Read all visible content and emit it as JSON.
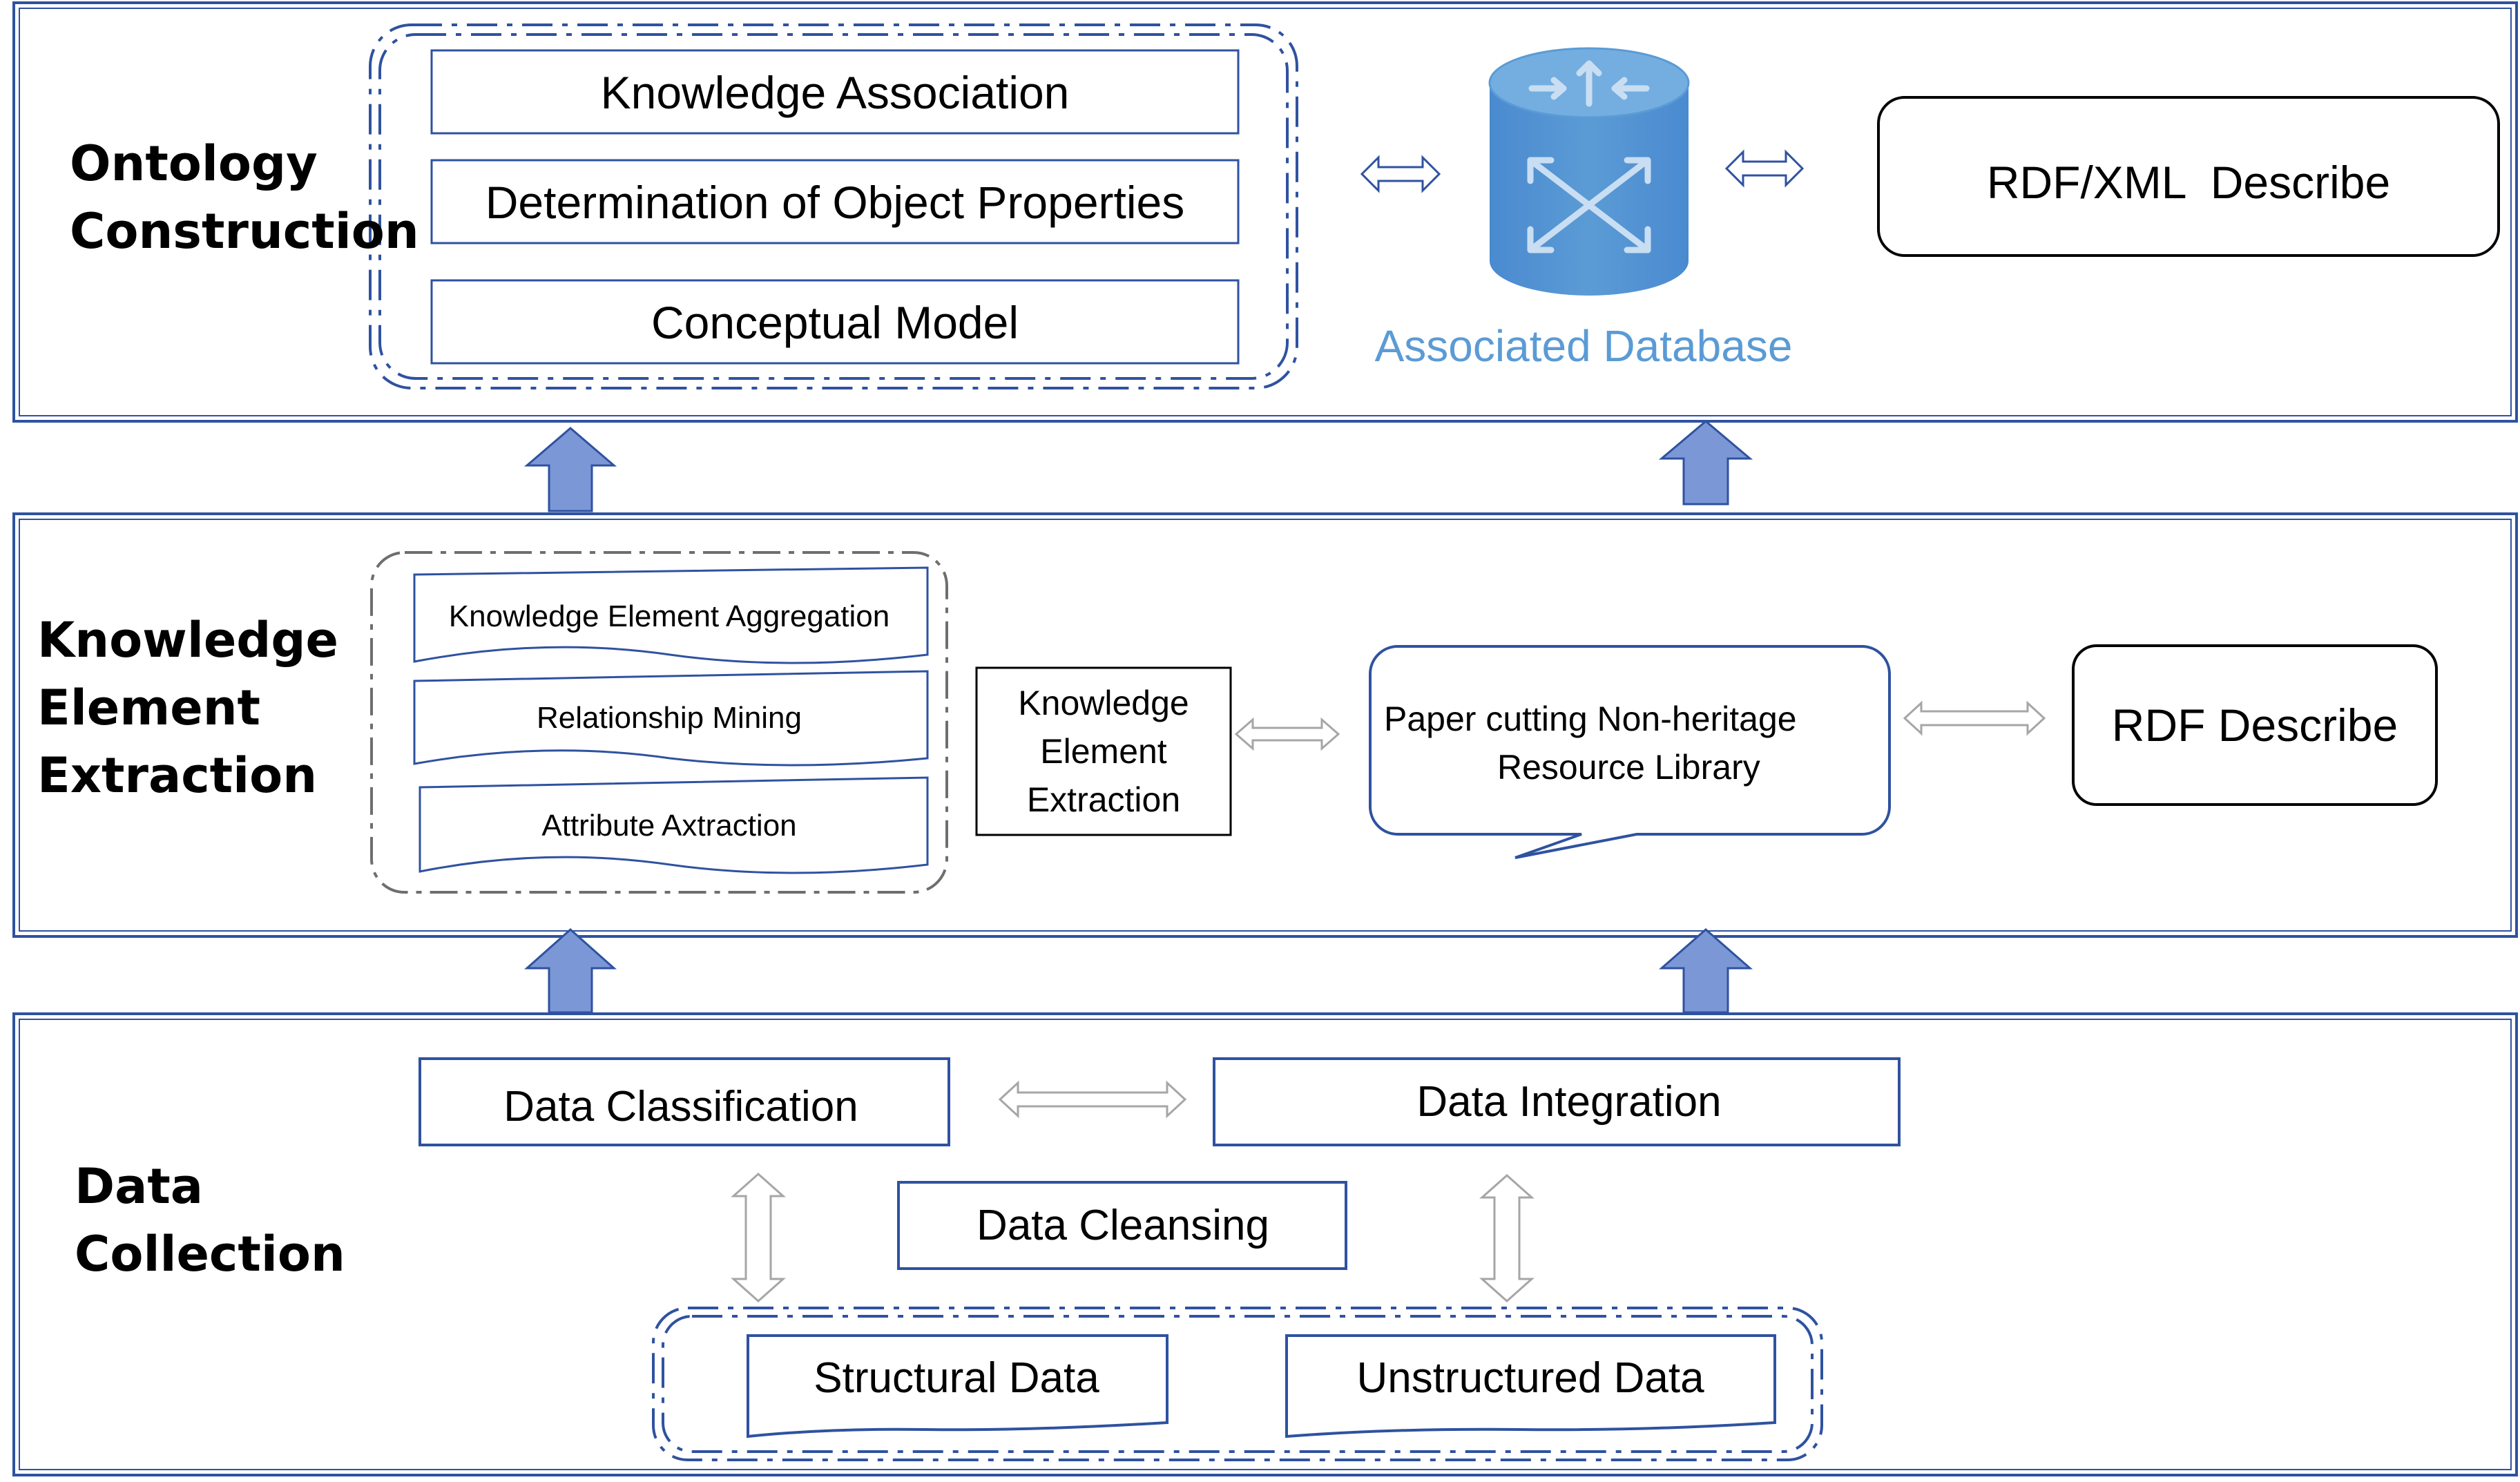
{
  "layers": {
    "ontology": {
      "label_line1": "Ontology",
      "label_line2": "Construction",
      "items": [
        "Knowledge Association",
        "Determination of Object Properties",
        "Conceptual Model"
      ],
      "database_label": "Associated Database",
      "rdfxml": "RDF/XML  Describe"
    },
    "extraction": {
      "label_line1": "Knowledge",
      "label_line2": "Element",
      "label_line3": "Extraction",
      "docs": [
        "Knowledge Element Aggregation",
        "Relationship Mining",
        "Attribute Axtraction"
      ],
      "kee_line1": "Knowledge",
      "kee_line2": "Element",
      "kee_line3": "Extraction",
      "library_line1": "Paper cutting Non-heritage",
      "library_line2": "Resource Library",
      "rdf": "RDF Describe"
    },
    "collection": {
      "label_line1": "Data",
      "label_line2": "Collection",
      "classification": "Data Classification",
      "integration": "Data Integration",
      "cleansing": "Data Cleansing",
      "structural": "Structural Data",
      "unstructured": "Unstructured Data"
    }
  },
  "colors": {
    "box_border": "#2f52a0",
    "arrow_fill": "#7b97d6",
    "database_fill": "#5b9bd5",
    "grey_arrow": "#a6a6a6"
  },
  "icons": {
    "database": "database-cylinder-icon",
    "up_arrow": "up-block-arrow-icon",
    "bidirectional_arrow": "double-arrow-icon"
  }
}
